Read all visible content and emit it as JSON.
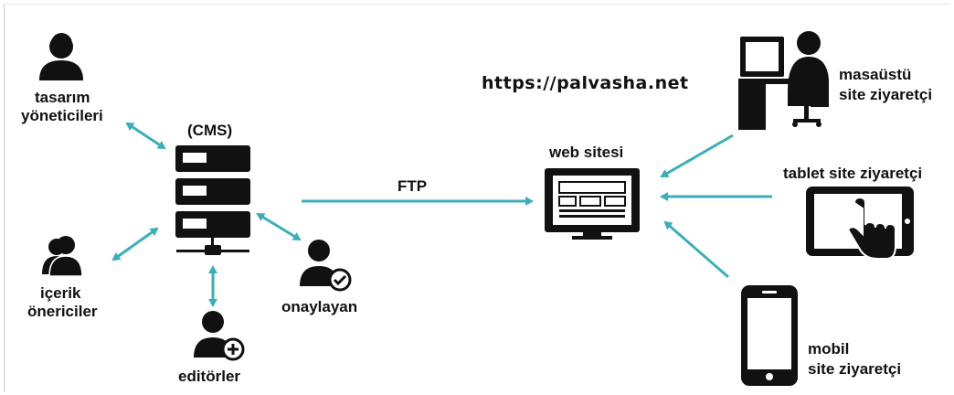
{
  "url_text": "https://palvasha.net",
  "labels": {
    "design_managers_line1": "tasarım",
    "design_managers_line2": "yöneticileri",
    "cms": "(CMS)",
    "content_suggesters_line1": "içerik",
    "content_suggesters_line2": "önericiler",
    "editors": "editörler",
    "approver": "onaylayan",
    "ftp": "FTP",
    "website": "web sitesi",
    "desktop_line1": "masaüstü",
    "desktop_line2": "site ziyaretçi",
    "tablet": "tablet site ziyaretçi",
    "mobile_line1": "mobil",
    "mobile_line2": "site ziyaretçi"
  },
  "colors": {
    "arrow": "#3aafb9",
    "icon": "#111111"
  },
  "icons": [
    "person-icon",
    "group-icon",
    "server-icon",
    "person-add-icon",
    "person-check-icon",
    "monitor-website-icon",
    "desktop-user-icon",
    "tablet-touch-icon",
    "mobile-phone-icon"
  ]
}
